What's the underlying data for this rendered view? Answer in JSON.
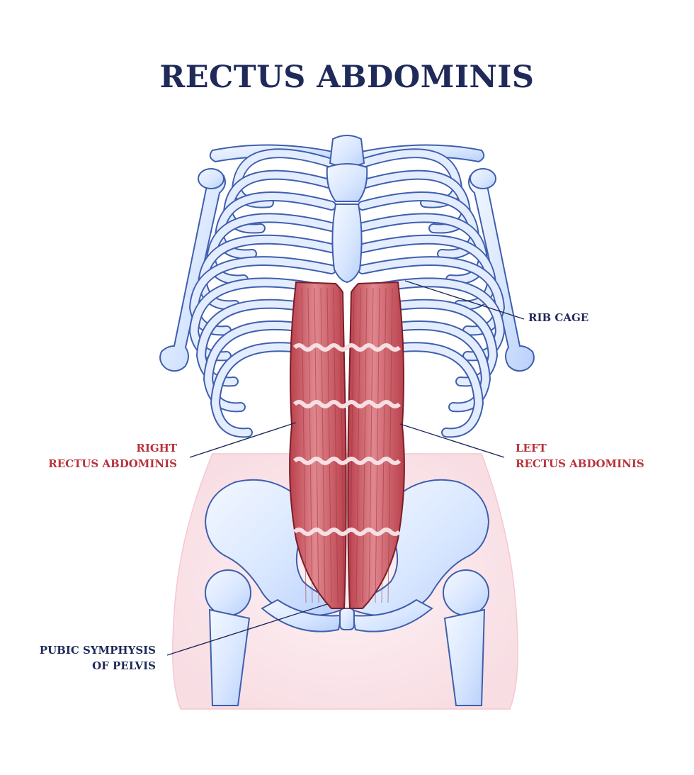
{
  "title": "RECTUS ABDOMINIS",
  "labels": {
    "rib_cage": "RIB CAGE",
    "right_rectus": {
      "line1": "RIGHT",
      "line2": "RECTUS ABDOMINIS"
    },
    "left_rectus": {
      "line1": "LEFT",
      "line2": "RECTUS ABDOMINIS"
    },
    "pubic": {
      "line1": "PUBIC SYMPHYSIS",
      "line2": "OF PELVIS"
    }
  },
  "colors": {
    "title": "#1f2a5a",
    "label_navy": "#1f2a5a",
    "label_red": "#b8323a",
    "bone_fill": "#dbe8ff",
    "bone_outline": "#3f5fae",
    "muscle_fill": "#cc5a63",
    "muscle_outline": "#7a1f2a",
    "skin": "#fbe8ec"
  }
}
